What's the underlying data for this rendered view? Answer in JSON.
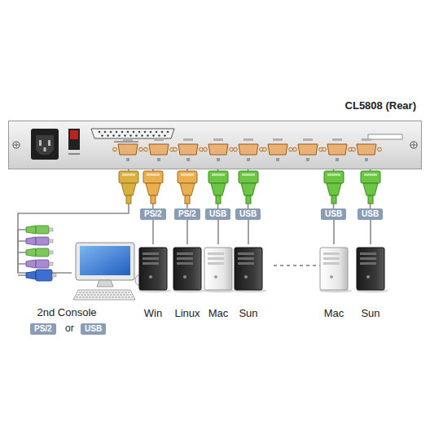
{
  "diagram": {
    "nodes": [
      {
        "text": [
          "CL5808 (Rear)"
        ]
      },
      {
        "text": [
          "PS/2"
        ]
      },
      {
        "text": [
          "PS/2"
        ]
      },
      {
        "text": [
          "USB"
        ]
      },
      {
        "text": [
          "USB"
        ]
      },
      {
        "text": [
          "USB"
        ]
      },
      {
        "text": [
          "USB"
        ]
      },
      {
        "text": [
          "2nd Console"
        ]
      },
      {
        "text": [
          "Win"
        ]
      },
      {
        "text": [
          "Linux"
        ]
      },
      {
        "text": [
          "Mac"
        ]
      },
      {
        "text": [
          "Sun"
        ]
      },
      {
        "text": [
          "Mac"
        ]
      },
      {
        "text": [
          "Sun"
        ]
      },
      {
        "text": [
          "PS/2"
        ]
      },
      {
        "text": [
          "USB"
        ]
      }
    ],
    "edges": [
      {
        "from": 0,
        "to": 1,
        "arrow": "none"
      },
      {
        "from": 0,
        "to": 2,
        "arrow": "none"
      },
      {
        "from": 0,
        "to": 3,
        "arrow": "none"
      },
      {
        "from": 0,
        "to": 4,
        "arrow": "none"
      },
      {
        "from": 0,
        "to": 5,
        "arrow": "none"
      },
      {
        "from": 0,
        "to": 6,
        "arrow": "none"
      },
      {
        "from": 1,
        "to": 8,
        "arrow": "none"
      },
      {
        "from": 2,
        "to": 9,
        "arrow": "none"
      },
      {
        "from": 3,
        "to": 10,
        "arrow": "none"
      },
      {
        "from": 4,
        "to": 11,
        "arrow": "none"
      },
      {
        "from": 5,
        "to": 12,
        "arrow": "none"
      },
      {
        "from": 6,
        "to": 13,
        "arrow": "none"
      },
      {
        "from": 0,
        "to": 7,
        "arrow": "none"
      }
    ],
    "labels": [
      "or"
    ]
  }
}
